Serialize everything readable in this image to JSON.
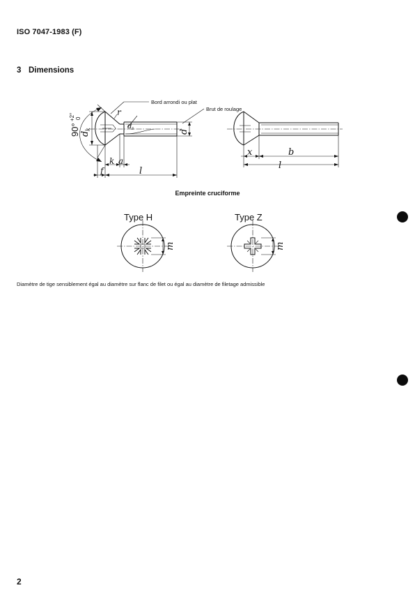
{
  "document": {
    "header": "ISO 7047-1983 (F)",
    "page_number": "2"
  },
  "section": {
    "number": "3",
    "title": "Dimensions"
  },
  "figure_side": {
    "annotation_edge": "Bord arrondi ou plat",
    "annotation_blank": "Brut de roulage",
    "angle_label": "90°",
    "angle_tol_plus": "+2°",
    "angle_tol_minus": "0",
    "dim_dk": "d",
    "dim_dk_sub": "k",
    "dim_r": "r",
    "dim_ds": "d",
    "dim_ds_sub": "s",
    "dim_d": "d",
    "dim_f": "f",
    "dim_k": "k",
    "dim_a": "a",
    "dim_l": "l",
    "dim_x": "x",
    "dim_b": "b",
    "dim_l2": "l"
  },
  "recess": {
    "heading": "Empreinte cruciforme",
    "type_h_label": "Type H",
    "type_z_label": "Type Z",
    "dim_m_h": "m",
    "dim_m_z": "m"
  },
  "footnote": "Diamètre de tige sensiblement égal au diamètre sur flanc de filet ou égal au diamètre de filetage admissible"
}
